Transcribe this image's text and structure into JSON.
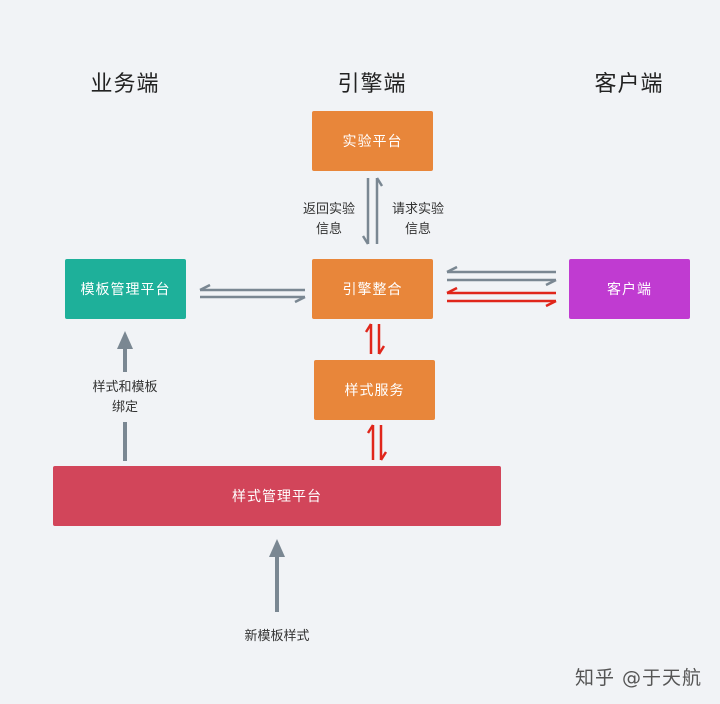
{
  "headers": {
    "business": "业务端",
    "engine": "引擎端",
    "client": "客户端"
  },
  "boxes": {
    "experiment_platform": "实验平台",
    "engine_integration": "引擎整合",
    "template_platform": "模板管理平台",
    "client": "客户端",
    "style_service": "样式服务",
    "style_platform": "样式管理平台"
  },
  "labels": {
    "return_info_line1": "返回实验",
    "return_info_line2": "信息",
    "request_info_line1": "请求实验",
    "request_info_line2": "信息",
    "bind_line1": "样式和模板",
    "bind_line2": "绑定",
    "new_template": "新模板样式"
  },
  "colors": {
    "orange": "#e8863a",
    "teal": "#1eb09a",
    "purple": "#c03bd1",
    "red_box": "#d2455a",
    "gray_arrow": "#7a8792",
    "red_arrow": "#e0261b",
    "background": "#f1f3f6"
  },
  "watermark": "知乎 @于天航"
}
